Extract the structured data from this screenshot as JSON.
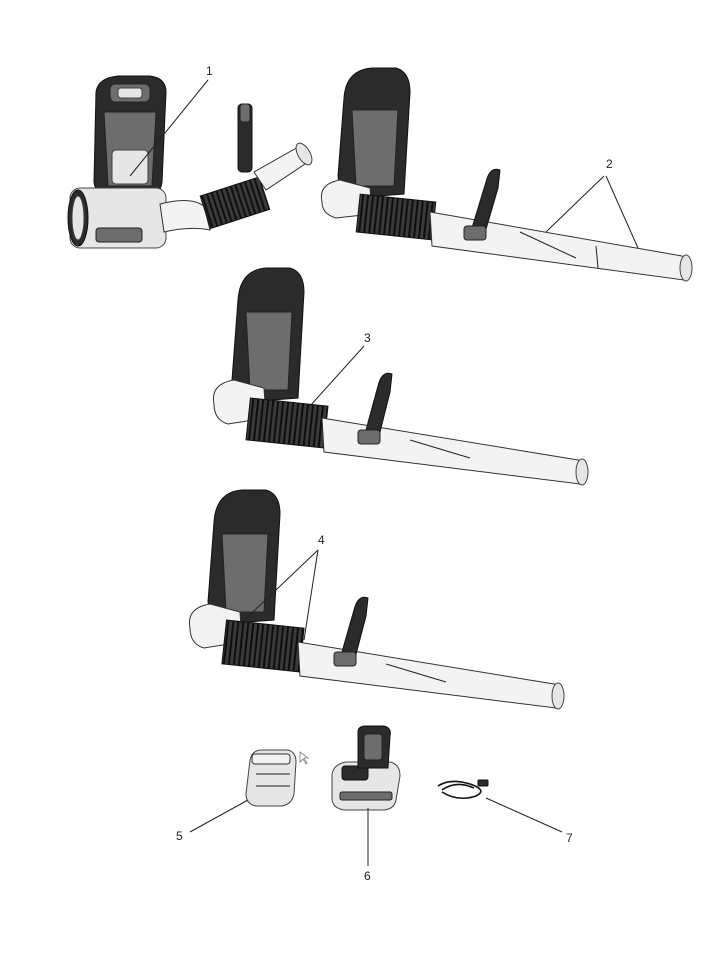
{
  "callouts": {
    "c1": "1",
    "c2": "2",
    "c3": "3",
    "c4": "4",
    "c5": "5",
    "c6": "6",
    "c7": "7"
  },
  "colors": {
    "stroke": "#222222",
    "dark_part": "#2b2b2b",
    "light_part": "#e6e6e6"
  },
  "icons": {
    "cursor": "mouse-pointer-icon"
  }
}
